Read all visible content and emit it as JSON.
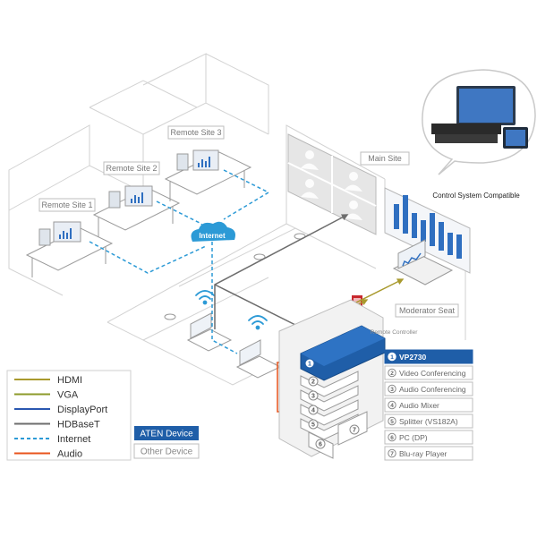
{
  "sites": {
    "remote1": "Remote Site 1",
    "remote2": "Remote Site 2",
    "remote3": "Remote Site 3",
    "main": "Main Site"
  },
  "cloud_label": "Internet",
  "control_caption": "Control System Compatible",
  "moderator_seat": "Moderator Seat",
  "remote_controller": "Remote Controller",
  "legend": [
    {
      "label": "HDMI",
      "color": "#a99a2e",
      "style": "solid"
    },
    {
      "label": "VGA",
      "color": "#8c9a2a",
      "style": "solid"
    },
    {
      "label": "DisplayPort",
      "color": "#2a57b0",
      "style": "solid"
    },
    {
      "label": "HDBaseT",
      "color": "#6d6d6d",
      "style": "solid"
    },
    {
      "label": "Internet",
      "color": "#2c9ad6",
      "style": "dashed"
    },
    {
      "label": "Audio",
      "color": "#e8541c",
      "style": "solid"
    }
  ],
  "aten_device": "ATEN Device",
  "other_device": "Other Device",
  "devices": [
    {
      "num": "1",
      "label": "VP2730",
      "aten": true
    },
    {
      "num": "2",
      "label": "Video Conferencing",
      "aten": false
    },
    {
      "num": "3",
      "label": "Audio Conferencing",
      "aten": false
    },
    {
      "num": "4",
      "label": "Audio Mixer",
      "aten": false
    },
    {
      "num": "5",
      "label": "Splitter (VS182A)",
      "aten": false
    },
    {
      "num": "6",
      "label": "PC (DP)",
      "aten": false
    },
    {
      "num": "7",
      "label": "Blu-ray Player",
      "aten": false
    }
  ],
  "rack_numbers": [
    "1",
    "2",
    "3",
    "4",
    "5",
    "6",
    "7"
  ],
  "colors": {
    "aten_blue": "#1f5ea8",
    "internet": "#2c9ad6",
    "line_gray": "#9a9a9a"
  }
}
